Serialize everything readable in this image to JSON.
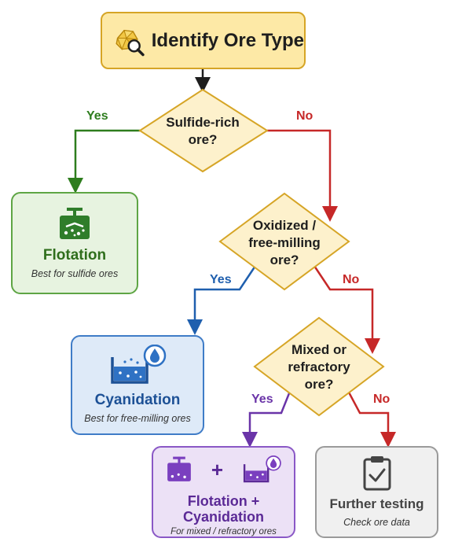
{
  "start": {
    "title": "Identify Ore Type",
    "icon": "ore-magnifier-icon"
  },
  "decisions": {
    "sulfide": {
      "line1": "Sulfide-rich",
      "line2": "ore?",
      "yes": "Yes",
      "no": "No"
    },
    "oxidized": {
      "line1": "Oxidized /",
      "line2": "free-milling",
      "line3": "ore?",
      "yes": "Yes",
      "no": "No"
    },
    "mixed": {
      "line1": "Mixed or",
      "line2": "refractory",
      "line3": "ore?",
      "yes": "Yes",
      "no": "No"
    }
  },
  "outcomes": {
    "flotation": {
      "name": "Flotation",
      "sub": "Best for sulfide ores",
      "icon": "flotation-cell-icon"
    },
    "cyanidation": {
      "name": "Cyanidation",
      "sub": "Best for free-milling ores",
      "icon": "leach-tank-icon"
    },
    "combined": {
      "name_line1": "Flotation +",
      "name_line2": "Cyanidation",
      "plus": "+",
      "sub": "For mixed / refractory ores",
      "icon": "combined-process-icon"
    },
    "further": {
      "name": "Further testing",
      "sub": "Check ore data",
      "icon": "clipboard-check-icon"
    }
  },
  "colors": {
    "start_fill": "#fde9a6",
    "decision_fill": "#fdf1cc",
    "yes_green": "#2e7d1e",
    "no_red": "#c62828",
    "yes_blue": "#1f5fae",
    "yes_purple": "#6a34a8"
  }
}
